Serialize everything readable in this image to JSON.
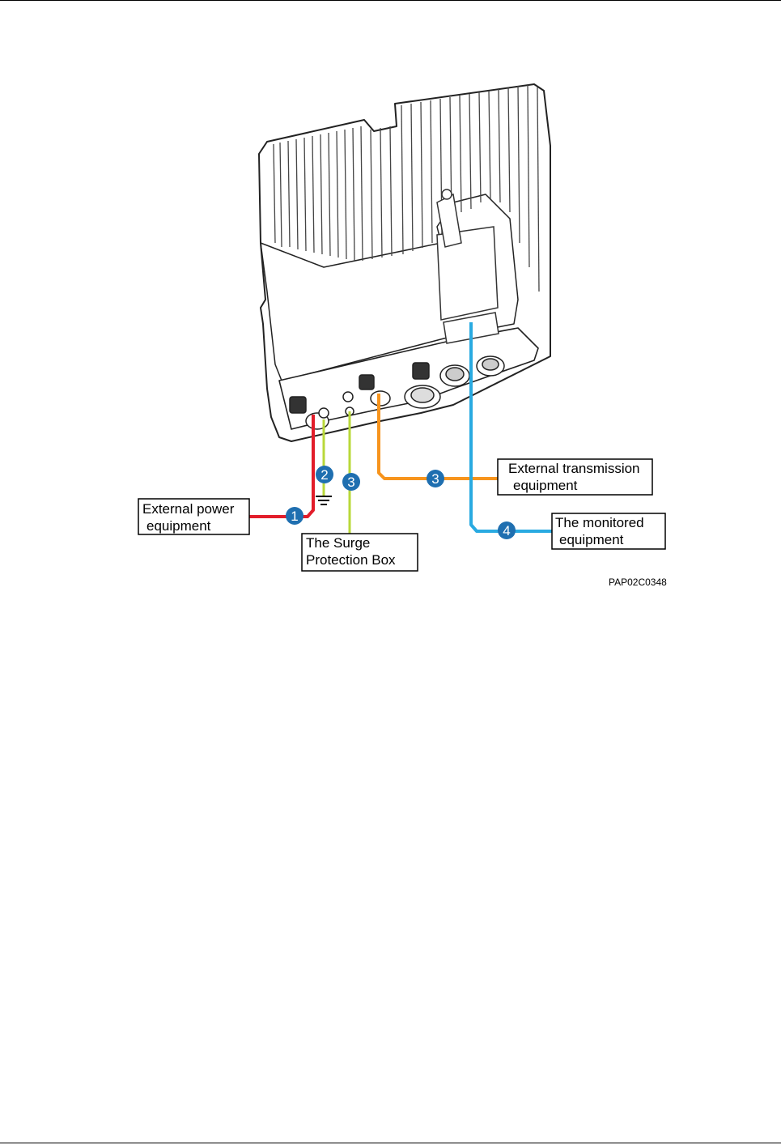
{
  "diagram": {
    "callouts": {
      "power": "1",
      "ground": "2",
      "surge": "3",
      "transmission": "3",
      "monitored": "4"
    },
    "labels": {
      "power_line1": "External power",
      "power_line2": "equipment",
      "surge_line1": "The Surge",
      "surge_line2": "Protection Box",
      "transmission_line1": "External transmission",
      "transmission_line2": "equipment",
      "monitored_line1": "The monitored",
      "monitored_line2": "equipment"
    },
    "figure_code": "PAP02C0348",
    "colors": {
      "power_cable": "#e21d2a",
      "ground_cable": "#b9d83a",
      "transmission_cable": "#f7941d",
      "monitor_cable": "#29aae1",
      "callout_fill": "#1f6fb0"
    }
  }
}
